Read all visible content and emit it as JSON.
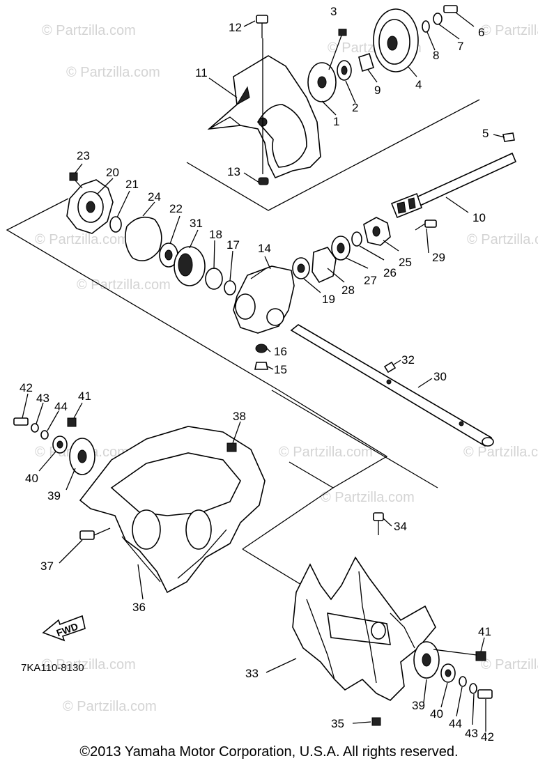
{
  "watermark": "© Partzilla.com",
  "callouts": [
    "1",
    "2",
    "3",
    "4",
    "5",
    "6",
    "7",
    "8",
    "9",
    "10",
    "11",
    "12",
    "13",
    "14",
    "15",
    "16",
    "17",
    "18",
    "19",
    "20",
    "21",
    "22",
    "23",
    "24",
    "25",
    "26",
    "27",
    "28",
    "29",
    "30",
    "31",
    "32",
    "33",
    "34",
    "35",
    "36",
    "37",
    "38",
    "39",
    "40",
    "41",
    "42",
    "43",
    "44"
  ],
  "drawing_code": "7KA110-8130",
  "fwd_label": "FWD",
  "copyright": "©2013  Yamaha Motor Corporation, U.S.A. All rights reserved."
}
